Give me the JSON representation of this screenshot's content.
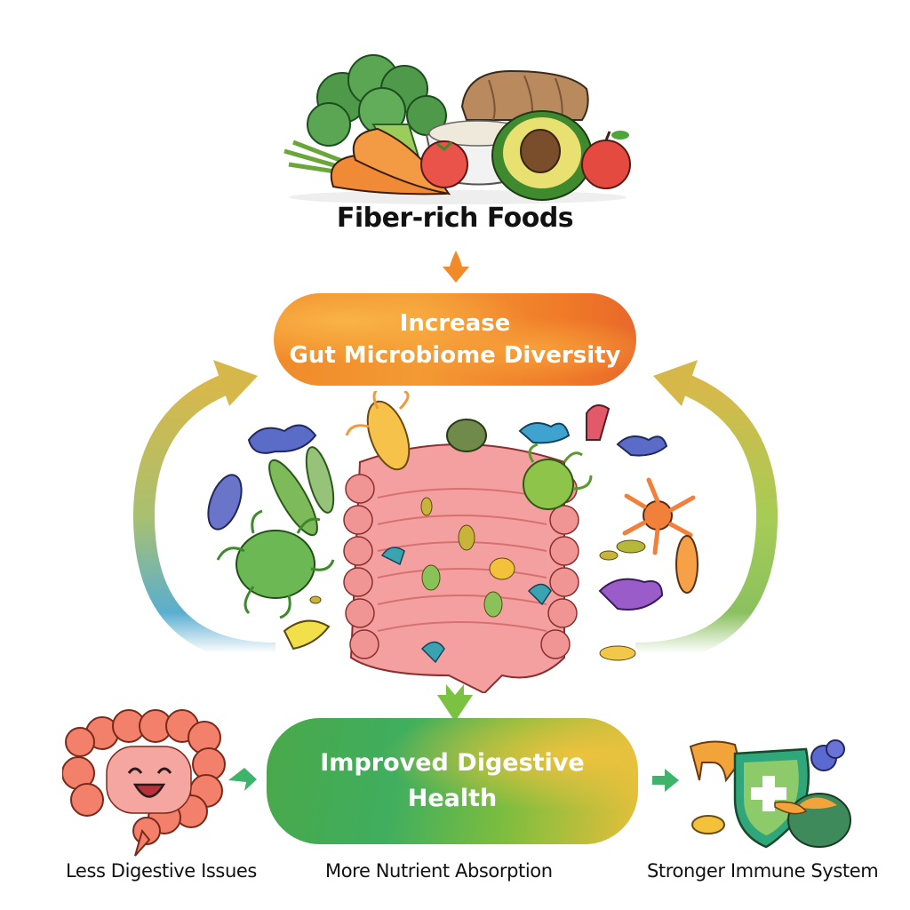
{
  "diagram": {
    "source": {
      "label": "Fiber-rich Foods",
      "icon": "fiber-foods-illustration",
      "items": [
        "broccoli",
        "carrots",
        "whole-grain bread",
        "bowl of oats",
        "tomato",
        "avocado",
        "apple"
      ]
    },
    "step1": {
      "line1": "Increase",
      "line2": "Gut Microbiome Diversity",
      "color": "#f08a2a"
    },
    "center_illustration": "gut-with-diverse-microbes",
    "cycle_arrows": {
      "left_gradient": [
        "#d9b748",
        "#5aaed0"
      ],
      "right_gradient": [
        "#d9b748",
        "#8bc34a"
      ]
    },
    "step2": {
      "line1": "Improved Digestive",
      "line2": "Health",
      "color": "#3fae5e"
    },
    "outcomes": [
      {
        "label": "Less Digestive Issues",
        "icon": "happy-intestine-icon"
      },
      {
        "label": "More Nutrient Absorption",
        "icon": null
      },
      {
        "label": "Stronger Immune System",
        "icon": "immune-shield-icon"
      }
    ],
    "arrow_colors": {
      "down_top": "#f08a2a",
      "down_bottom": "#7cc242",
      "side": "#3db36b"
    }
  }
}
